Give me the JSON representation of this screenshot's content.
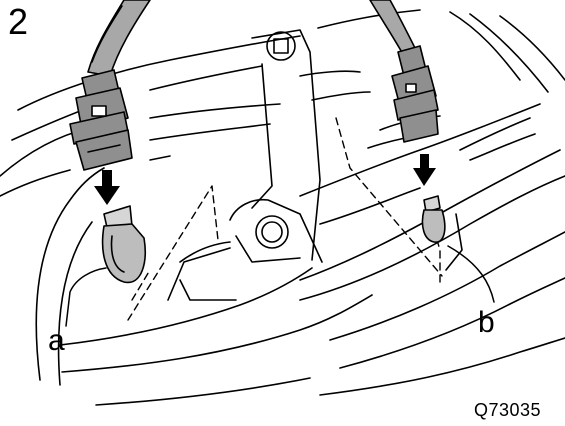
{
  "step_number": "2",
  "callouts": {
    "a": "a",
    "b": "b"
  },
  "figure_code": "Q73035",
  "colors": {
    "line": "#000000",
    "background": "#ffffff",
    "bulb_fill": "#bdbdbd",
    "connector_fill": "#8f8f8f",
    "cable_fill": "#a8a8a8"
  },
  "icons": {
    "arrow_left": "arrow-down-icon",
    "arrow_right": "arrow-down-icon"
  }
}
